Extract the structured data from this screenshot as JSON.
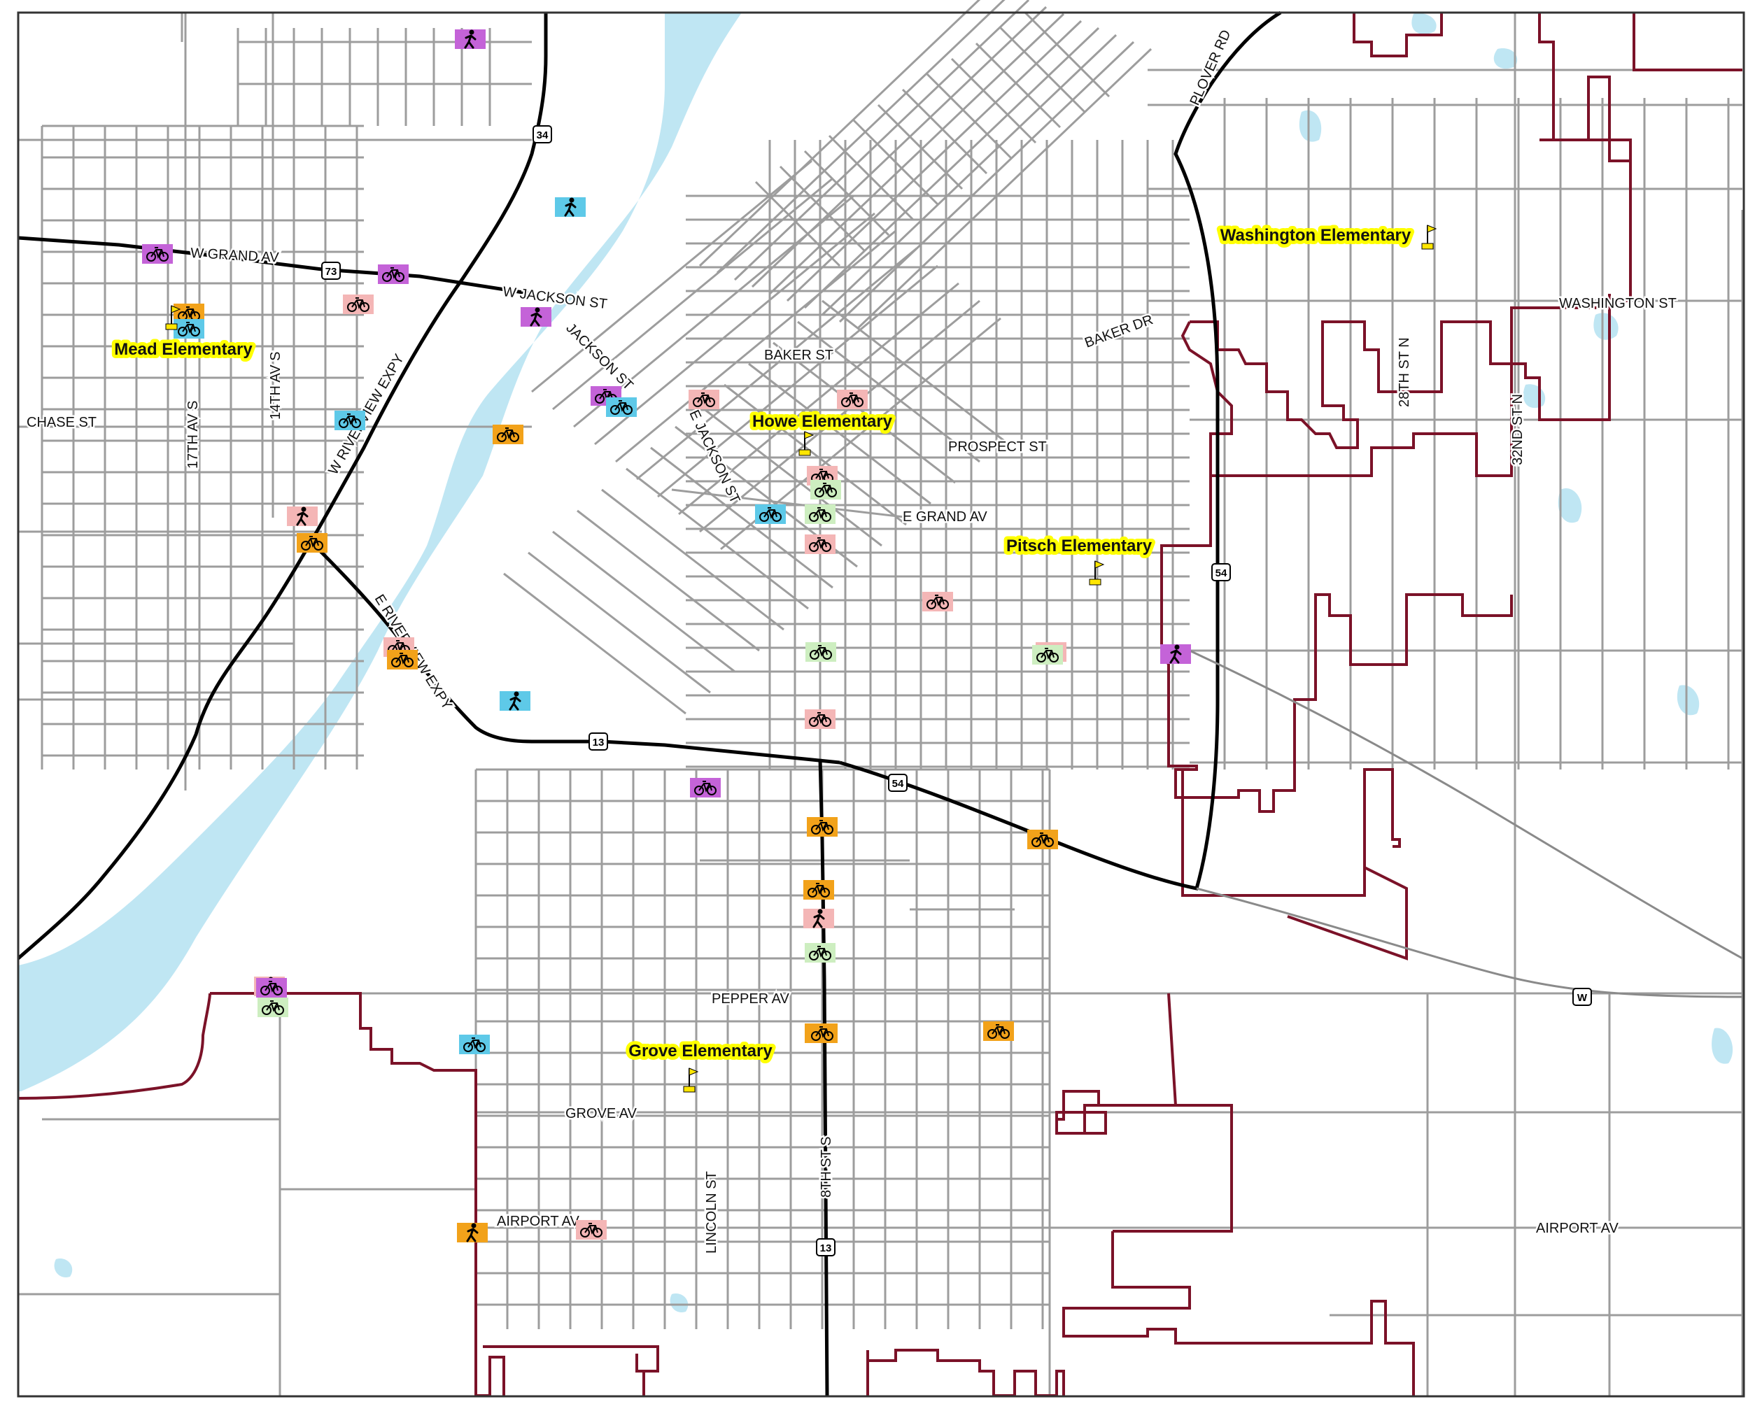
{
  "map": {
    "colors": {
      "water": "#bfe6f3",
      "street": "#9d9d9d",
      "highway": "#000000",
      "boundary": "#7b1228",
      "school_highlight": "#ffff00",
      "flag": "#ffe600",
      "marker_magenta": "#c463d8",
      "marker_orange": "#f2a21a",
      "marker_blue": "#5ec9e8",
      "marker_pink": "#f4b6b6",
      "marker_green": "#cdeec0"
    },
    "schools": [
      {
        "name": "Mead Elementary"
      },
      {
        "name": "Howe Elementary"
      },
      {
        "name": "Washington Elementary"
      },
      {
        "name": "Pitsch Elementary"
      },
      {
        "name": "Grove Elementary"
      }
    ],
    "streets": [
      {
        "name": "W GRAND AV"
      },
      {
        "name": "W JACKSON ST"
      },
      {
        "name": "JACKSON ST"
      },
      {
        "name": "CHASE ST"
      },
      {
        "name": "17TH AV S"
      },
      {
        "name": "14TH AV S"
      },
      {
        "name": "W RIVERVIEW EXPY"
      },
      {
        "name": "E RIVERVIEW EXPY"
      },
      {
        "name": "BAKER ST"
      },
      {
        "name": "E JACKSON ST"
      },
      {
        "name": "PROSPECT ST"
      },
      {
        "name": "E GRAND AV"
      },
      {
        "name": "BAKER DR"
      },
      {
        "name": "PLOVER RD"
      },
      {
        "name": "WASHINGTON ST"
      },
      {
        "name": "28TH ST N"
      },
      {
        "name": "32ND ST N"
      },
      {
        "name": "PEPPER AV"
      },
      {
        "name": "GROVE AV"
      },
      {
        "name": "AIRPORT AV"
      },
      {
        "name": "AIRPORT AV"
      },
      {
        "name": "LINCOLN ST"
      },
      {
        "name": "8TH ST S"
      }
    ],
    "highway_shields": [
      {
        "label": "34"
      },
      {
        "label": "73"
      },
      {
        "label": "54"
      },
      {
        "label": "13"
      },
      {
        "label": "54"
      },
      {
        "label": "13"
      },
      {
        "label": "W"
      }
    ],
    "markers": [
      {
        "kind": "pedestrian-icon",
        "category": "magenta"
      },
      {
        "kind": "bicycle-icon",
        "category": "magenta"
      },
      {
        "kind": "bicycle-icon",
        "category": "magenta"
      },
      {
        "kind": "bicycle-icon",
        "category": "pink"
      },
      {
        "kind": "bicycle-icon",
        "category": "orange"
      },
      {
        "kind": "bicycle-icon",
        "category": "blue"
      },
      {
        "kind": "pedestrian-icon",
        "category": "blue"
      },
      {
        "kind": "pedestrian-icon",
        "category": "magenta"
      },
      {
        "kind": "bicycle-icon",
        "category": "magenta"
      },
      {
        "kind": "bicycle-icon",
        "category": "blue"
      },
      {
        "kind": "bicycle-icon",
        "category": "blue"
      },
      {
        "kind": "bicycle-icon",
        "category": "orange"
      },
      {
        "kind": "pedestrian-icon",
        "category": "pink"
      },
      {
        "kind": "bicycle-icon",
        "category": "orange"
      },
      {
        "kind": "bicycle-icon",
        "category": "pink"
      },
      {
        "kind": "bicycle-icon",
        "category": "pink"
      },
      {
        "kind": "bicycle-icon",
        "category": "pink"
      },
      {
        "kind": "bicycle-icon",
        "category": "green"
      },
      {
        "kind": "bicycle-icon",
        "category": "blue"
      },
      {
        "kind": "bicycle-icon",
        "category": "green"
      },
      {
        "kind": "bicycle-icon",
        "category": "pink"
      },
      {
        "kind": "bicycle-icon",
        "category": "pink"
      },
      {
        "kind": "bicycle-icon",
        "category": "pink"
      },
      {
        "kind": "bicycle-icon",
        "category": "orange"
      },
      {
        "kind": "pedestrian-icon",
        "category": "blue"
      },
      {
        "kind": "bicycle-icon",
        "category": "green"
      },
      {
        "kind": "bicycle-icon",
        "category": "pink"
      },
      {
        "kind": "bicycle-icon",
        "category": "green"
      },
      {
        "kind": "pedestrian-icon",
        "category": "magenta"
      },
      {
        "kind": "bicycle-icon",
        "category": "pink"
      },
      {
        "kind": "bicycle-icon",
        "category": "orange"
      },
      {
        "kind": "bicycle-icon",
        "category": "magenta"
      },
      {
        "kind": "bicycle-icon",
        "category": "orange"
      },
      {
        "kind": "bicycle-icon",
        "category": "orange"
      },
      {
        "kind": "pedestrian-icon",
        "category": "pink"
      },
      {
        "kind": "bicycle-icon",
        "category": "green"
      },
      {
        "kind": "pedestrian-icon",
        "category": "pink"
      },
      {
        "kind": "bicycle-icon",
        "category": "magenta"
      },
      {
        "kind": "bicycle-icon",
        "category": "green"
      },
      {
        "kind": "bicycle-icon",
        "category": "blue"
      },
      {
        "kind": "bicycle-icon",
        "category": "orange"
      },
      {
        "kind": "bicycle-icon",
        "category": "orange"
      },
      {
        "kind": "pedestrian-icon",
        "category": "orange"
      },
      {
        "kind": "bicycle-icon",
        "category": "pink"
      },
      {
        "kind": "bicycle-icon",
        "category": "orange"
      }
    ]
  }
}
